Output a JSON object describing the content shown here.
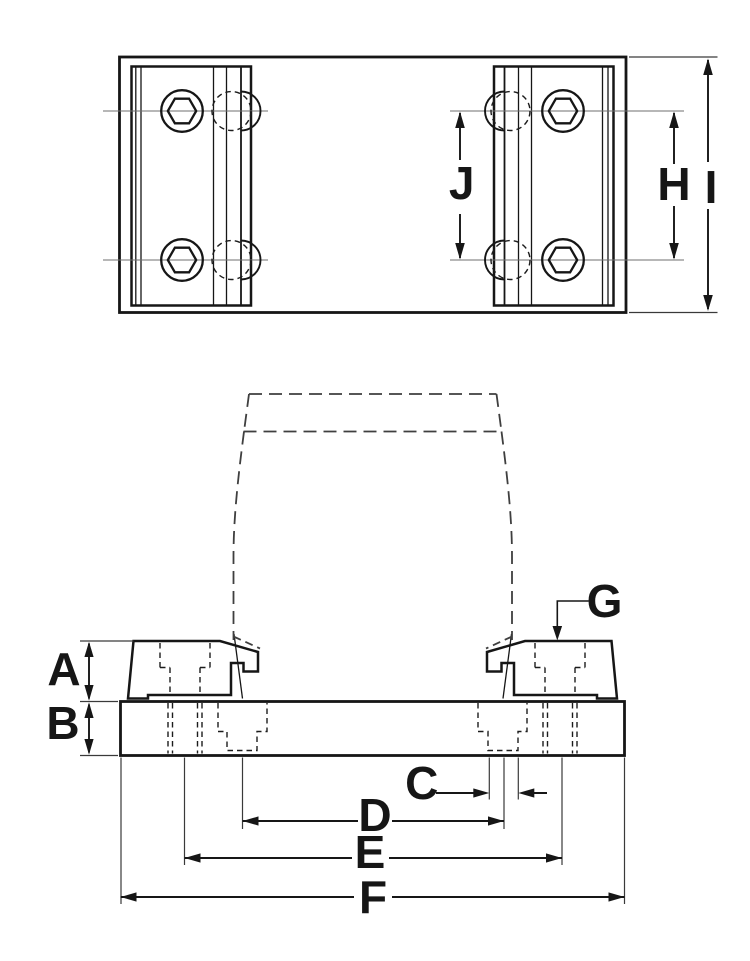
{
  "drawing": {
    "top_view": {
      "labels": {
        "H": "H",
        "I": "I",
        "J": "J"
      }
    },
    "front_view": {
      "labels": {
        "A": "A",
        "B": "B",
        "C": "C",
        "D": "D",
        "E": "E",
        "F": "F",
        "G": "G"
      }
    }
  },
  "colors": {
    "line": "#161616",
    "centerline": "#6f6f6f",
    "hidden_line": "#1c1c1c",
    "phantom_line": "#3f3f3f",
    "background": "#ffffff"
  }
}
